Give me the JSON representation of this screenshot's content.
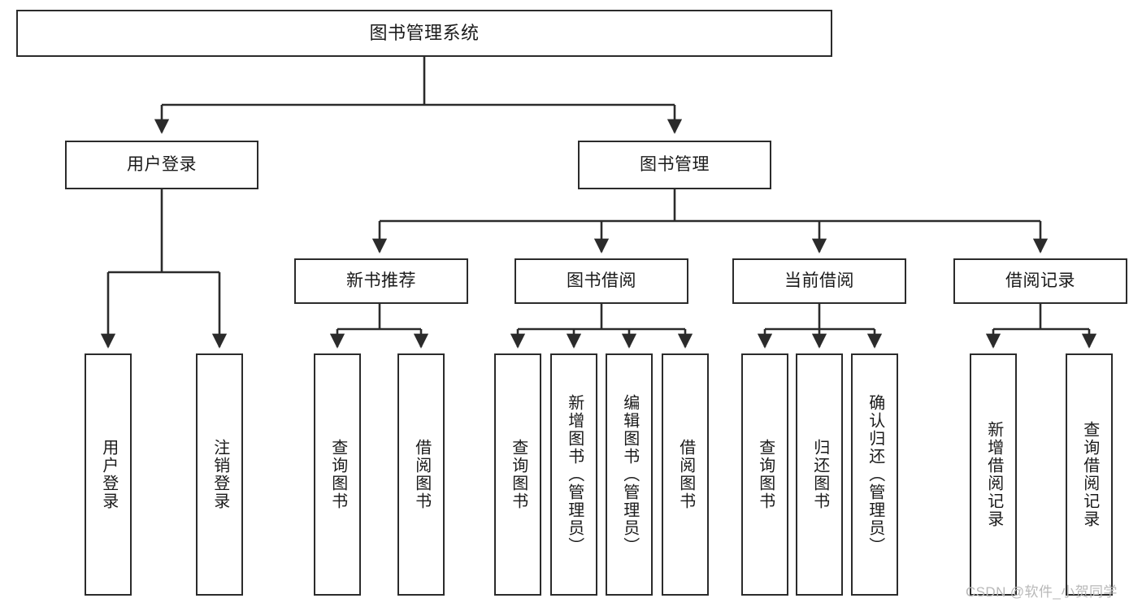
{
  "diagram": {
    "title": "图书管理系统",
    "style": {
      "box_border_color": "#2b2b2b",
      "box_fill_color": "#ffffff",
      "edge_color": "#2b2b2b",
      "text_color": "#1a1a1a",
      "background": "#ffffff"
    },
    "levels": {
      "root": {
        "label": "图书管理系统"
      },
      "level2": [
        {
          "label": "用户登录"
        },
        {
          "label": "图书管理"
        }
      ],
      "level3": [
        {
          "label": "新书推荐"
        },
        {
          "label": "图书借阅"
        },
        {
          "label": "当前借阅"
        },
        {
          "label": "借阅记录"
        }
      ],
      "leaves": [
        {
          "label": "用户登录",
          "parent": "用户登录"
        },
        {
          "label": "注销登录",
          "parent": "用户登录"
        },
        {
          "label": "查询图书",
          "parent": "新书推荐"
        },
        {
          "label": "借阅图书",
          "parent": "新书推荐"
        },
        {
          "label": "查询图书",
          "parent": "图书借阅"
        },
        {
          "label": "新增图书（管理员）",
          "parent": "图书借阅"
        },
        {
          "label": "编辑图书（管理员）",
          "parent": "图书借阅"
        },
        {
          "label": "借阅图书",
          "parent": "图书借阅"
        },
        {
          "label": "查询图书",
          "parent": "当前借阅"
        },
        {
          "label": "归还图书",
          "parent": "当前借阅"
        },
        {
          "label": "确认归还（管理员）",
          "parent": "当前借阅"
        },
        {
          "label": "新增借阅记录",
          "parent": "借阅记录"
        },
        {
          "label": "查询借阅记录",
          "parent": "借阅记录"
        }
      ]
    },
    "watermark": "CSDN @软件_小贺同学"
  }
}
